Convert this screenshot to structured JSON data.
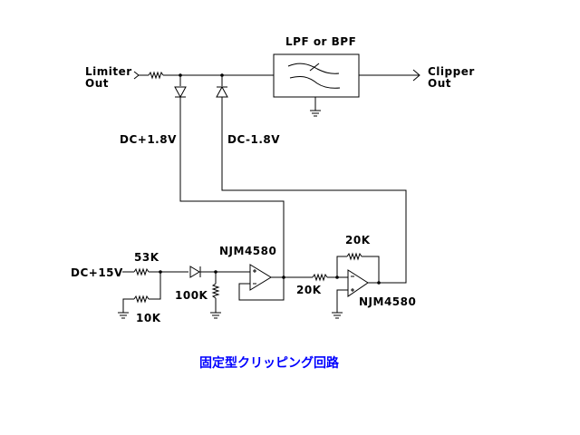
{
  "diagram": {
    "title": "固定型クリッピング回路",
    "title_color": "#0000ff",
    "labels": {
      "input": [
        "Limiter",
        "Out"
      ],
      "output": [
        "Clipper",
        "Out"
      ],
      "filter": "LPF or BPF",
      "pos_clip": "DC+1.8V",
      "neg_clip": "DC-1.8V",
      "supply": "DC+15V",
      "r_top": "53K",
      "r_bottom": "10K",
      "r_diode_load": "100K",
      "opamp1": "NJM4580",
      "r_input": "20K",
      "r_feedback": "20K",
      "opamp2": "NJM4580"
    }
  }
}
